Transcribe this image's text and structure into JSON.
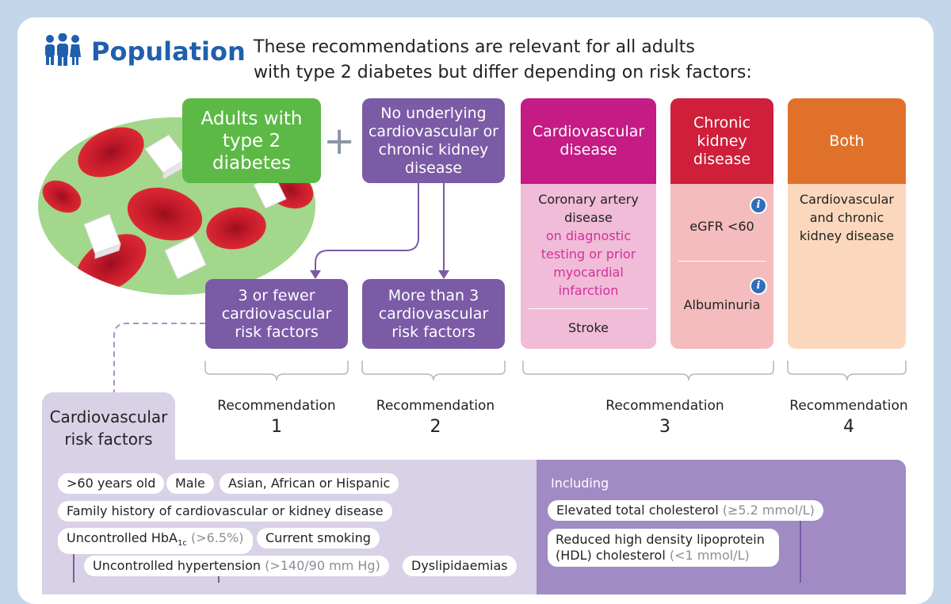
{
  "header": {
    "title": "Population",
    "intro_line1": "These recommendations are relevant for all adults",
    "intro_line2": "with type 2 diabetes but differ depending on risk factors:"
  },
  "boxes": {
    "adults": "Adults with type 2 diabetes",
    "no_underlying": "No underlying cardiovascular or chronic kidney disease",
    "three_or_fewer": "3 or fewer cardiovascular risk factors",
    "more_than_three": "More than 3 cardiovascular risk factors"
  },
  "columns": {
    "cvd": {
      "head": "Cardiovascular disease",
      "line1": "Coronary artery disease",
      "line2": "on diagnostic testing or prior myocardial infarction",
      "line3": "Stroke"
    },
    "ckd": {
      "head": "Chronic kidney disease",
      "line1": "eGFR <60",
      "line2": "Albuminuria"
    },
    "both": {
      "head": "Both",
      "line1": "Cardiovascular and chronic kidney disease"
    }
  },
  "recommendations": [
    {
      "label": "Recommendation",
      "num": "1"
    },
    {
      "label": "Recommendation",
      "num": "2"
    },
    {
      "label": "Recommendation",
      "num": "3"
    },
    {
      "label": "Recommendation",
      "num": "4"
    }
  ],
  "risk_factors": {
    "tab": "Cardiovascular risk factors",
    "age": ">60 years old",
    "male": "Male",
    "ethnicity": "Asian, African or Hispanic",
    "family": "Family history of cardiovascular or kidney disease",
    "hba1c": "Uncontrolled HbA",
    "hba1c_sub": "1c",
    "hba1c_threshold": "(>6.5%)",
    "smoking": "Current smoking",
    "hypertension": "Uncontrolled hypertension",
    "hypertension_threshold": "(>140/90 mm Hg)",
    "dyslipidaemias": "Dyslipidaemias"
  },
  "including": {
    "label": "Including",
    "item1": "Elevated total cholesterol",
    "item1_threshold": "(≥5.2 mmol/L)",
    "item2": "Reduced high density lipoprotein (HDL) cholesterol",
    "item2_threshold": "(<1 mmol/L)"
  },
  "colors": {
    "background": "#c3d6ea",
    "title_blue": "#1f5fae",
    "green": "#5cb946",
    "purple": "#7b5aa6",
    "magenta": "#c41b85",
    "red": "#cf1f3a",
    "orange": "#e0712b",
    "lavender": "#d9d1e6"
  },
  "icons": [
    "people-icon",
    "info-icon",
    "plus-icon",
    "blood-cells-illustration"
  ]
}
